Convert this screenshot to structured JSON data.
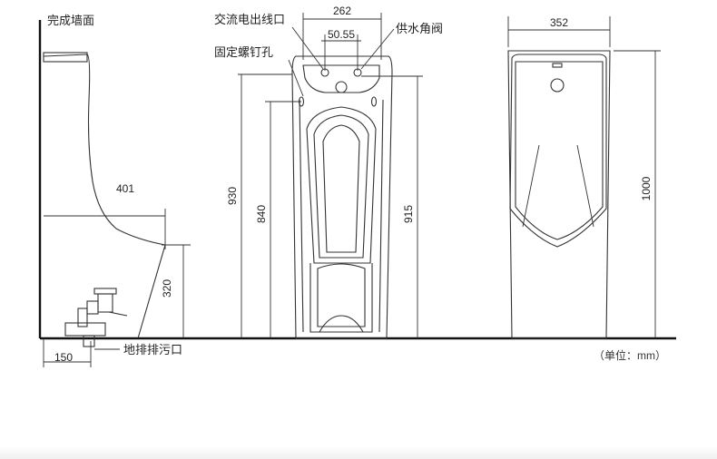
{
  "labels": {
    "finished_wall": "完成墙面",
    "ac_power_outlet": "交流电出线口",
    "water_supply_valve": "供水角阀",
    "fixing_screw_holes": "固定螺钉孔",
    "floor_drain_outlet": "地排排污口",
    "unit_note": "（单位：mm）"
  },
  "dimensions": {
    "side_depth": "401",
    "drain_height": "320",
    "drain_offset": "150",
    "front_width": "262",
    "hole_spacing": "50.55",
    "total_height_front": "930",
    "screw_height": "840",
    "valve_height": "915",
    "back_width": "352",
    "total_height_back": "1000"
  },
  "colors": {
    "line": "#333333",
    "floor": "#111111"
  }
}
